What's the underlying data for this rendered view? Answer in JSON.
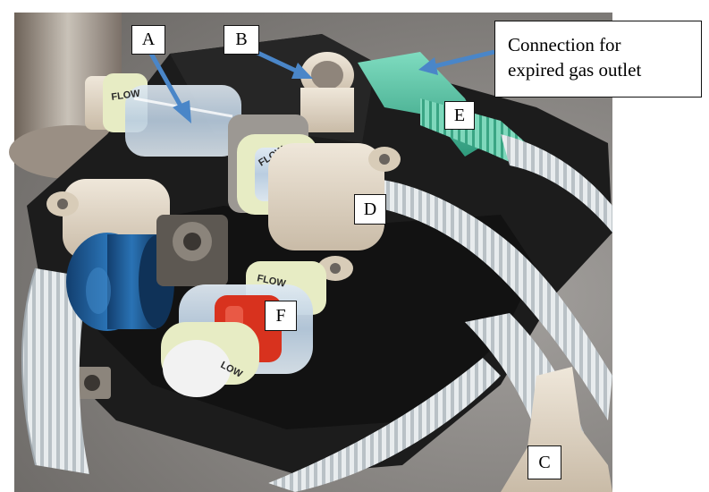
{
  "labels": {
    "a": "A",
    "b": "B",
    "c": "C",
    "d": "D",
    "e": "E",
    "f": "F"
  },
  "callout": {
    "line1": "Connection for",
    "line2": "expired gas outlet"
  },
  "valve_bands": {
    "flow_a": "FLOW",
    "flow_b": "FLOW",
    "flow_f": "FLOW",
    "low_f": "LOW"
  },
  "colors": {
    "arrow": "#4a86c8",
    "case": "#1c1c1c",
    "tubing": "#e4e8ea",
    "valve_band": "#e7ecc4",
    "red_disc": "#d8321e",
    "blue_canister": "#1e5a96",
    "green_tube": "#4fc3a0"
  }
}
